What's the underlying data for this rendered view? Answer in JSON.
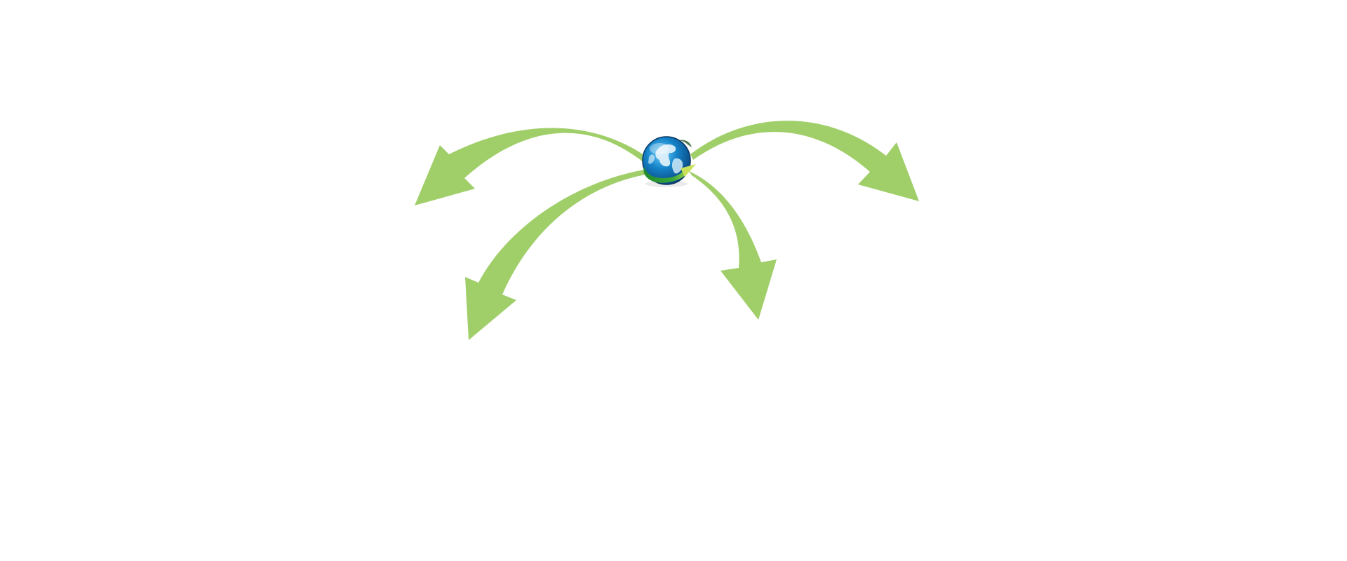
{
  "diagram": {
    "arrow_color": "#a0cf6a",
    "hub": {
      "icon": "globe-with-arrow-icon",
      "ocean_color": "#1584c8",
      "land_color": "#e6f3fb",
      "swoosh_color": "#3aa83a",
      "swoosh_highlight_color": "#c8e05a"
    },
    "arrows": [
      {
        "name": "arrow-upper-left",
        "direction": "left"
      },
      {
        "name": "arrow-lower-left",
        "direction": "down-left"
      },
      {
        "name": "arrow-lower-right",
        "direction": "down"
      },
      {
        "name": "arrow-upper-right",
        "direction": "right"
      }
    ]
  }
}
